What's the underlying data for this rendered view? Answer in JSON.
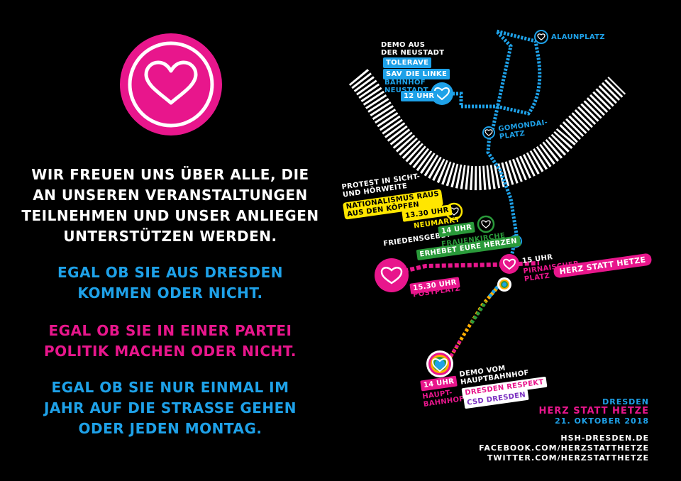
{
  "intro": {
    "line1": "WIR FREUEN UNS ÜBER ALLE, DIE",
    "line2": "AN UNSEREN VERANSTALTUNGEN",
    "line3": "TEILNEHMEN UND UNSER ANLIEGEN",
    "line4": "UNTERSTÜTZEN WERDEN."
  },
  "blue1": {
    "line1": "EGAL OB SIE AUS DRESDEN",
    "line2": "KOMMEN ODER NICHT."
  },
  "pink1": {
    "line1": "EGAL OB SIE IN EINER PARTEI",
    "line2": "POLITIK MACHEN ODER NICHT."
  },
  "blue2": {
    "line1": "EGAL OB SIE NUR EINMAL IM",
    "line2": "JAHR AUF DIE STRASSE GEHEN",
    "line3": "ODER JEDEN MONTAG."
  },
  "map": {
    "neustadt_demo": {
      "head1": "DEMO AUS",
      "head2": "DER NEUSTADT",
      "tag1": "TOLERAVE",
      "tag2": "SAV",
      "tag3": "DIE LINKE",
      "station1": "BAHNHOF",
      "station2": "NEUSTADT",
      "time": "12 UHR"
    },
    "alaunplatz": "ALAUNPLATZ",
    "gomondai": {
      "line1": "GOMONDAI-",
      "line2": "PLATZ"
    },
    "protest": {
      "head1": "PROTEST IN SICHT-",
      "head2": "UND HÖRWEITE",
      "tag1": "NATIONALISMUS RAUS",
      "tag2": "AUS DEN KÖPFEN",
      "time": "13.30 UHR",
      "place": "NEUMARKT"
    },
    "friedensgebet": {
      "head": "FRIEDENSGEBET",
      "time": "14 UHR",
      "place": "FRAUENKIRCHE",
      "tag": "ERHEBET EURE HERZEN"
    },
    "pirnaischer": {
      "time": "15 UHR",
      "place1": "PIRNAISCHER",
      "place2": "PLATZ",
      "tag": "HERZ STATT HETZE"
    },
    "postplatz": {
      "time": "15.30 UHR",
      "place": "POSTPLATZ"
    },
    "hauptbahnhof": {
      "time": "14 UHR",
      "place1": "HAUPT-",
      "place2": "BAHNHOF",
      "head1": "DEMO VOM",
      "head2": "HAUPTBAHNHOF",
      "tag1": "DRESDEN RESPEKT",
      "tag2": "CSD DRESDEN"
    }
  },
  "footer": {
    "city": "DRESDEN",
    "title": "HERZ STATT HETZE",
    "date": "21. OKTOBER 2018",
    "site": "HSH-DRESDEN.DE",
    "facebook": "FACEBOOK.COM/HERZSTATTHETZE",
    "twitter": "TWITTER.COM/HERZSTATTHETZE"
  },
  "colors": {
    "pink": "#e8168c",
    "blue": "#1ea1e8",
    "yellow": "#ffe600",
    "green": "#2a9a3a",
    "white": "#ffffff",
    "black": "#000000"
  },
  "icons": [
    "heart-logo-icon",
    "heart-icon",
    "rainbow-heart-icon"
  ]
}
